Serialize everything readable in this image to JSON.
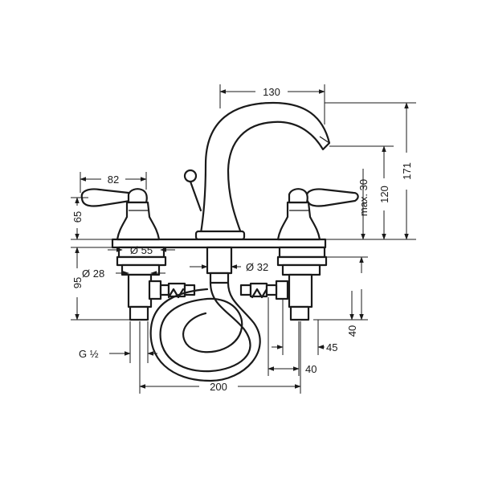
{
  "dimensions": {
    "spout_reach": "130",
    "total_height": "171",
    "spout_height": "120",
    "spout_clearance": "max. 30",
    "handle_length": "82",
    "handle_height": "65",
    "deck_hole": "Ø 55",
    "below_deck": "95",
    "valve_body": "Ø 28",
    "drain_rod": "Ø 32",
    "thread": "G ½",
    "hole_spacing": "200",
    "connector_width": "45",
    "connector_height": "40",
    "connector_offset": "40"
  }
}
